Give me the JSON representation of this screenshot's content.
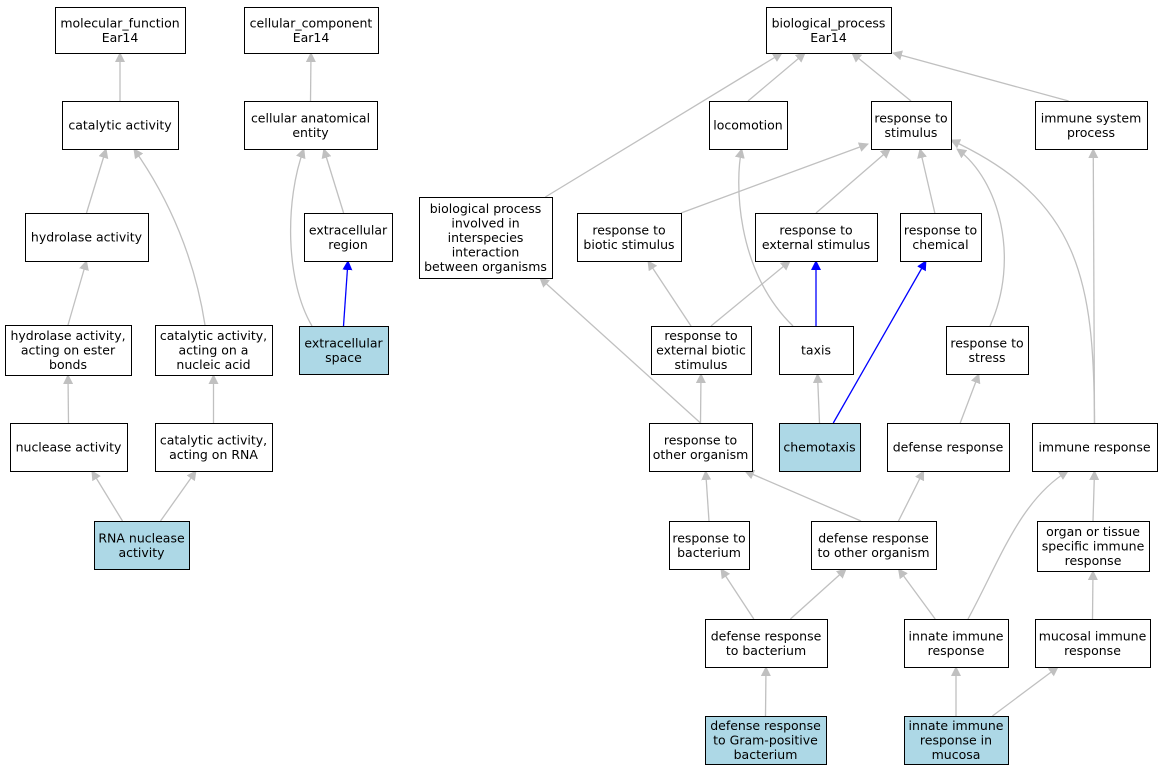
{
  "colors": {
    "node_fill": "#ffffff",
    "highlight_fill": "#add8e6",
    "edge_gray": "#c0c0c0",
    "edge_blue": "#0000ff"
  },
  "nodes": {
    "mf_root": {
      "label": [
        "molecular_function",
        "Ear14"
      ],
      "highlight": false
    },
    "catalytic": {
      "label": [
        "catalytic activity"
      ],
      "highlight": false
    },
    "hydrolase": {
      "label": [
        "hydrolase activity"
      ],
      "highlight": false
    },
    "hydrolase_ester": {
      "label": [
        "hydrolase activity,",
        "acting on ester",
        "bonds"
      ],
      "highlight": false
    },
    "nuclease": {
      "label": [
        "nuclease activity"
      ],
      "highlight": false
    },
    "cat_nucleic": {
      "label": [
        "catalytic activity,",
        "acting on a",
        "nucleic acid"
      ],
      "highlight": false
    },
    "cat_rna": {
      "label": [
        "catalytic activity,",
        "acting on RNA"
      ],
      "highlight": false
    },
    "rna_nuclease": {
      "label": [
        "RNA nuclease",
        "activity"
      ],
      "highlight": true
    },
    "cc_root": {
      "label": [
        "cellular_component",
        "Ear14"
      ],
      "highlight": false
    },
    "cell_anat": {
      "label": [
        "cellular anatomical",
        "entity"
      ],
      "highlight": false
    },
    "extra_region": {
      "label": [
        "extracellular",
        "region"
      ],
      "highlight": false
    },
    "extra_space": {
      "label": [
        "extracellular",
        "space"
      ],
      "highlight": true
    },
    "bp_root": {
      "label": [
        "biological_process",
        "Ear14"
      ],
      "highlight": false
    },
    "bp_interspecies": {
      "label": [
        "biological process",
        "involved in",
        "interspecies",
        "interaction",
        "between organisms"
      ],
      "highlight": false
    },
    "locomotion": {
      "label": [
        "locomotion"
      ],
      "highlight": false
    },
    "resp_stimulus": {
      "label": [
        "response to",
        "stimulus"
      ],
      "highlight": false
    },
    "immune_sys": {
      "label": [
        "immune system",
        "process"
      ],
      "highlight": false
    },
    "resp_biotic": {
      "label": [
        "response to",
        "biotic stimulus"
      ],
      "highlight": false
    },
    "resp_external": {
      "label": [
        "response to",
        "external stimulus"
      ],
      "highlight": false
    },
    "resp_chemical": {
      "label": [
        "response to",
        "chemical"
      ],
      "highlight": false
    },
    "resp_ext_biotic": {
      "label": [
        "response to",
        "external biotic",
        "stimulus"
      ],
      "highlight": false
    },
    "taxis": {
      "label": [
        "taxis"
      ],
      "highlight": false
    },
    "resp_stress": {
      "label": [
        "response to",
        "stress"
      ],
      "highlight": false
    },
    "resp_other_org": {
      "label": [
        "response to",
        "other organism"
      ],
      "highlight": false
    },
    "chemotaxis": {
      "label": [
        "chemotaxis"
      ],
      "highlight": true
    },
    "defense_resp": {
      "label": [
        "defense response"
      ],
      "highlight": false
    },
    "immune_resp": {
      "label": [
        "immune response"
      ],
      "highlight": false
    },
    "resp_bacterium": {
      "label": [
        "response to",
        "bacterium"
      ],
      "highlight": false
    },
    "def_other_org": {
      "label": [
        "defense response",
        "to other organism"
      ],
      "highlight": false
    },
    "organ_immune": {
      "label": [
        "organ or tissue",
        "specific immune",
        "response"
      ],
      "highlight": false
    },
    "def_bacterium": {
      "label": [
        "defense response",
        "to bacterium"
      ],
      "highlight": false
    },
    "innate_immune": {
      "label": [
        "innate immune",
        "response"
      ],
      "highlight": false
    },
    "mucosal_immune": {
      "label": [
        "mucosal immune",
        "response"
      ],
      "highlight": false
    },
    "def_gram_pos": {
      "label": [
        "defense response",
        "to Gram-positive",
        "bacterium"
      ],
      "highlight": true
    },
    "innate_mucosa": {
      "label": [
        "innate immune",
        "response in",
        "mucosa"
      ],
      "highlight": true
    }
  },
  "edges": [
    {
      "from": "catalytic",
      "to": "mf_root",
      "color": "gray"
    },
    {
      "from": "hydrolase",
      "to": "catalytic",
      "color": "gray"
    },
    {
      "from": "cat_nucleic",
      "to": "catalytic",
      "color": "gray"
    },
    {
      "from": "hydrolase_ester",
      "to": "hydrolase",
      "color": "gray"
    },
    {
      "from": "nuclease",
      "to": "hydrolase_ester",
      "color": "gray"
    },
    {
      "from": "cat_rna",
      "to": "cat_nucleic",
      "color": "gray"
    },
    {
      "from": "rna_nuclease",
      "to": "nuclease",
      "color": "gray"
    },
    {
      "from": "rna_nuclease",
      "to": "cat_rna",
      "color": "gray"
    },
    {
      "from": "cell_anat",
      "to": "cc_root",
      "color": "gray"
    },
    {
      "from": "extra_region",
      "to": "cell_anat",
      "color": "gray"
    },
    {
      "from": "extra_space",
      "to": "cell_anat",
      "color": "gray"
    },
    {
      "from": "extra_space",
      "to": "extra_region",
      "color": "blue"
    },
    {
      "from": "bp_interspecies",
      "to": "bp_root",
      "color": "gray"
    },
    {
      "from": "locomotion",
      "to": "bp_root",
      "color": "gray"
    },
    {
      "from": "resp_stimulus",
      "to": "bp_root",
      "color": "gray"
    },
    {
      "from": "immune_sys",
      "to": "bp_root",
      "color": "gray"
    },
    {
      "from": "resp_biotic",
      "to": "resp_stimulus",
      "color": "gray"
    },
    {
      "from": "resp_external",
      "to": "resp_stimulus",
      "color": "gray"
    },
    {
      "from": "resp_chemical",
      "to": "resp_stimulus",
      "color": "gray"
    },
    {
      "from": "resp_stress",
      "to": "resp_stimulus",
      "color": "gray"
    },
    {
      "from": "immune_resp",
      "to": "resp_stimulus",
      "color": "gray"
    },
    {
      "from": "resp_ext_biotic",
      "to": "resp_biotic",
      "color": "gray"
    },
    {
      "from": "resp_ext_biotic",
      "to": "resp_external",
      "color": "gray"
    },
    {
      "from": "taxis",
      "to": "resp_external",
      "color": "blue"
    },
    {
      "from": "taxis",
      "to": "locomotion",
      "color": "gray"
    },
    {
      "from": "chemotaxis",
      "to": "taxis",
      "color": "gray"
    },
    {
      "from": "chemotaxis",
      "to": "resp_chemical",
      "color": "blue"
    },
    {
      "from": "resp_other_org",
      "to": "resp_ext_biotic",
      "color": "gray"
    },
    {
      "from": "resp_other_org",
      "to": "bp_interspecies",
      "color": "gray"
    },
    {
      "from": "defense_resp",
      "to": "resp_stress",
      "color": "gray"
    },
    {
      "from": "immune_resp",
      "to": "immune_sys",
      "color": "gray"
    },
    {
      "from": "resp_bacterium",
      "to": "resp_other_org",
      "color": "gray"
    },
    {
      "from": "def_other_org",
      "to": "resp_other_org",
      "color": "gray"
    },
    {
      "from": "def_other_org",
      "to": "defense_resp",
      "color": "gray"
    },
    {
      "from": "organ_immune",
      "to": "immune_resp",
      "color": "gray"
    },
    {
      "from": "def_bacterium",
      "to": "resp_bacterium",
      "color": "gray"
    },
    {
      "from": "def_bacterium",
      "to": "def_other_org",
      "color": "gray"
    },
    {
      "from": "innate_immune",
      "to": "def_other_org",
      "color": "gray"
    },
    {
      "from": "innate_immune",
      "to": "immune_resp",
      "color": "gray"
    },
    {
      "from": "mucosal_immune",
      "to": "organ_immune",
      "color": "gray"
    },
    {
      "from": "def_gram_pos",
      "to": "def_bacterium",
      "color": "gray"
    },
    {
      "from": "innate_mucosa",
      "to": "innate_immune",
      "color": "gray"
    },
    {
      "from": "innate_mucosa",
      "to": "mucosal_immune",
      "color": "gray"
    }
  ]
}
